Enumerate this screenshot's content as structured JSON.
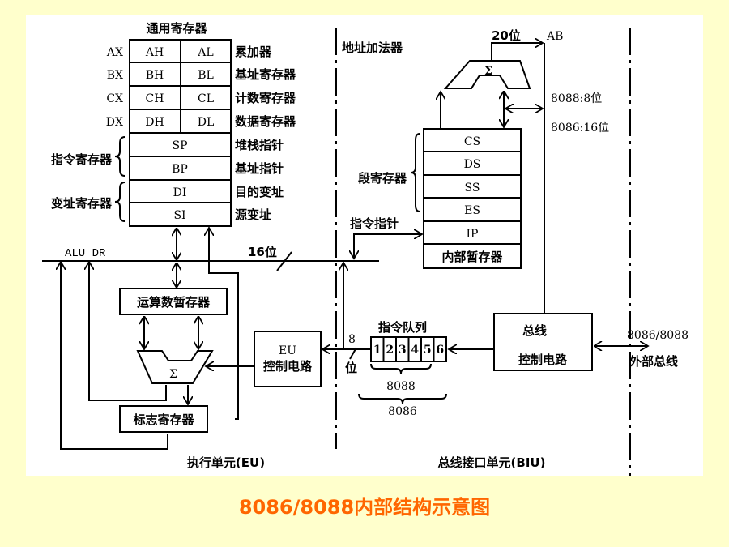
{
  "title": "8086/8088内部结构示意图",
  "colors": {
    "title": "#ff6600",
    "background": "#ffffcc",
    "canvas": "#ffffff",
    "line": "#000000"
  },
  "eu": {
    "section_label": "执行单元(EU)",
    "general_registers_title": "通用寄存器",
    "register_rows": [
      {
        "name": "AX",
        "high": "AH",
        "low": "AL",
        "desc": "累加器"
      },
      {
        "name": "BX",
        "high": "BH",
        "low": "BL",
        "desc": "基址寄存器"
      },
      {
        "name": "CX",
        "high": "CH",
        "low": "CL",
        "desc": "计数寄存器"
      },
      {
        "name": "DX",
        "high": "DH",
        "low": "DL",
        "desc": "数据寄存器"
      }
    ],
    "pointer_registers": [
      {
        "name": "SP",
        "desc": "堆栈指针"
      },
      {
        "name": "BP",
        "desc": "基址指针"
      },
      {
        "name": "DI",
        "desc": "目的变址"
      },
      {
        "name": "SI",
        "desc": "源变址"
      }
    ],
    "pointer_group_label": "指令寄存器",
    "index_group_label": "变址寄存器",
    "alu_bus_label": "ALU DR",
    "bus_width_label": "16位",
    "operand_register": "运算数暂存器",
    "alu_symbol": "Σ",
    "flags_register": "标志寄存器",
    "control_unit": {
      "line1": "EU",
      "line2": "控制电路"
    }
  },
  "biu": {
    "section_label": "总线接口单元(BIU)",
    "address_adder_label": "地址加法器",
    "adder_symbol": "Σ",
    "address_width_label": "20位",
    "address_bus_label": "AB",
    "data_width_8088": "8088:8位",
    "data_width_8086": "8086:16位",
    "segment_group_label": "段寄存器",
    "segment_registers": [
      "CS",
      "DS",
      "SS",
      "ES",
      "IP"
    ],
    "internal_temp_register": "内部暂存器",
    "ip_label": "指令指针",
    "queue_label": "指令队列",
    "queue_slots": [
      "1",
      "2",
      "3",
      "4",
      "5",
      "6"
    ],
    "queue_width_top": "8",
    "queue_width_bottom": "位",
    "queue_brace_8088": "8088",
    "queue_brace_8086": "8086",
    "bus_control": {
      "line1": "总线",
      "line2": "控制电路"
    },
    "external_bus_top": "8086/8088",
    "external_bus_bottom": "外部总线"
  }
}
